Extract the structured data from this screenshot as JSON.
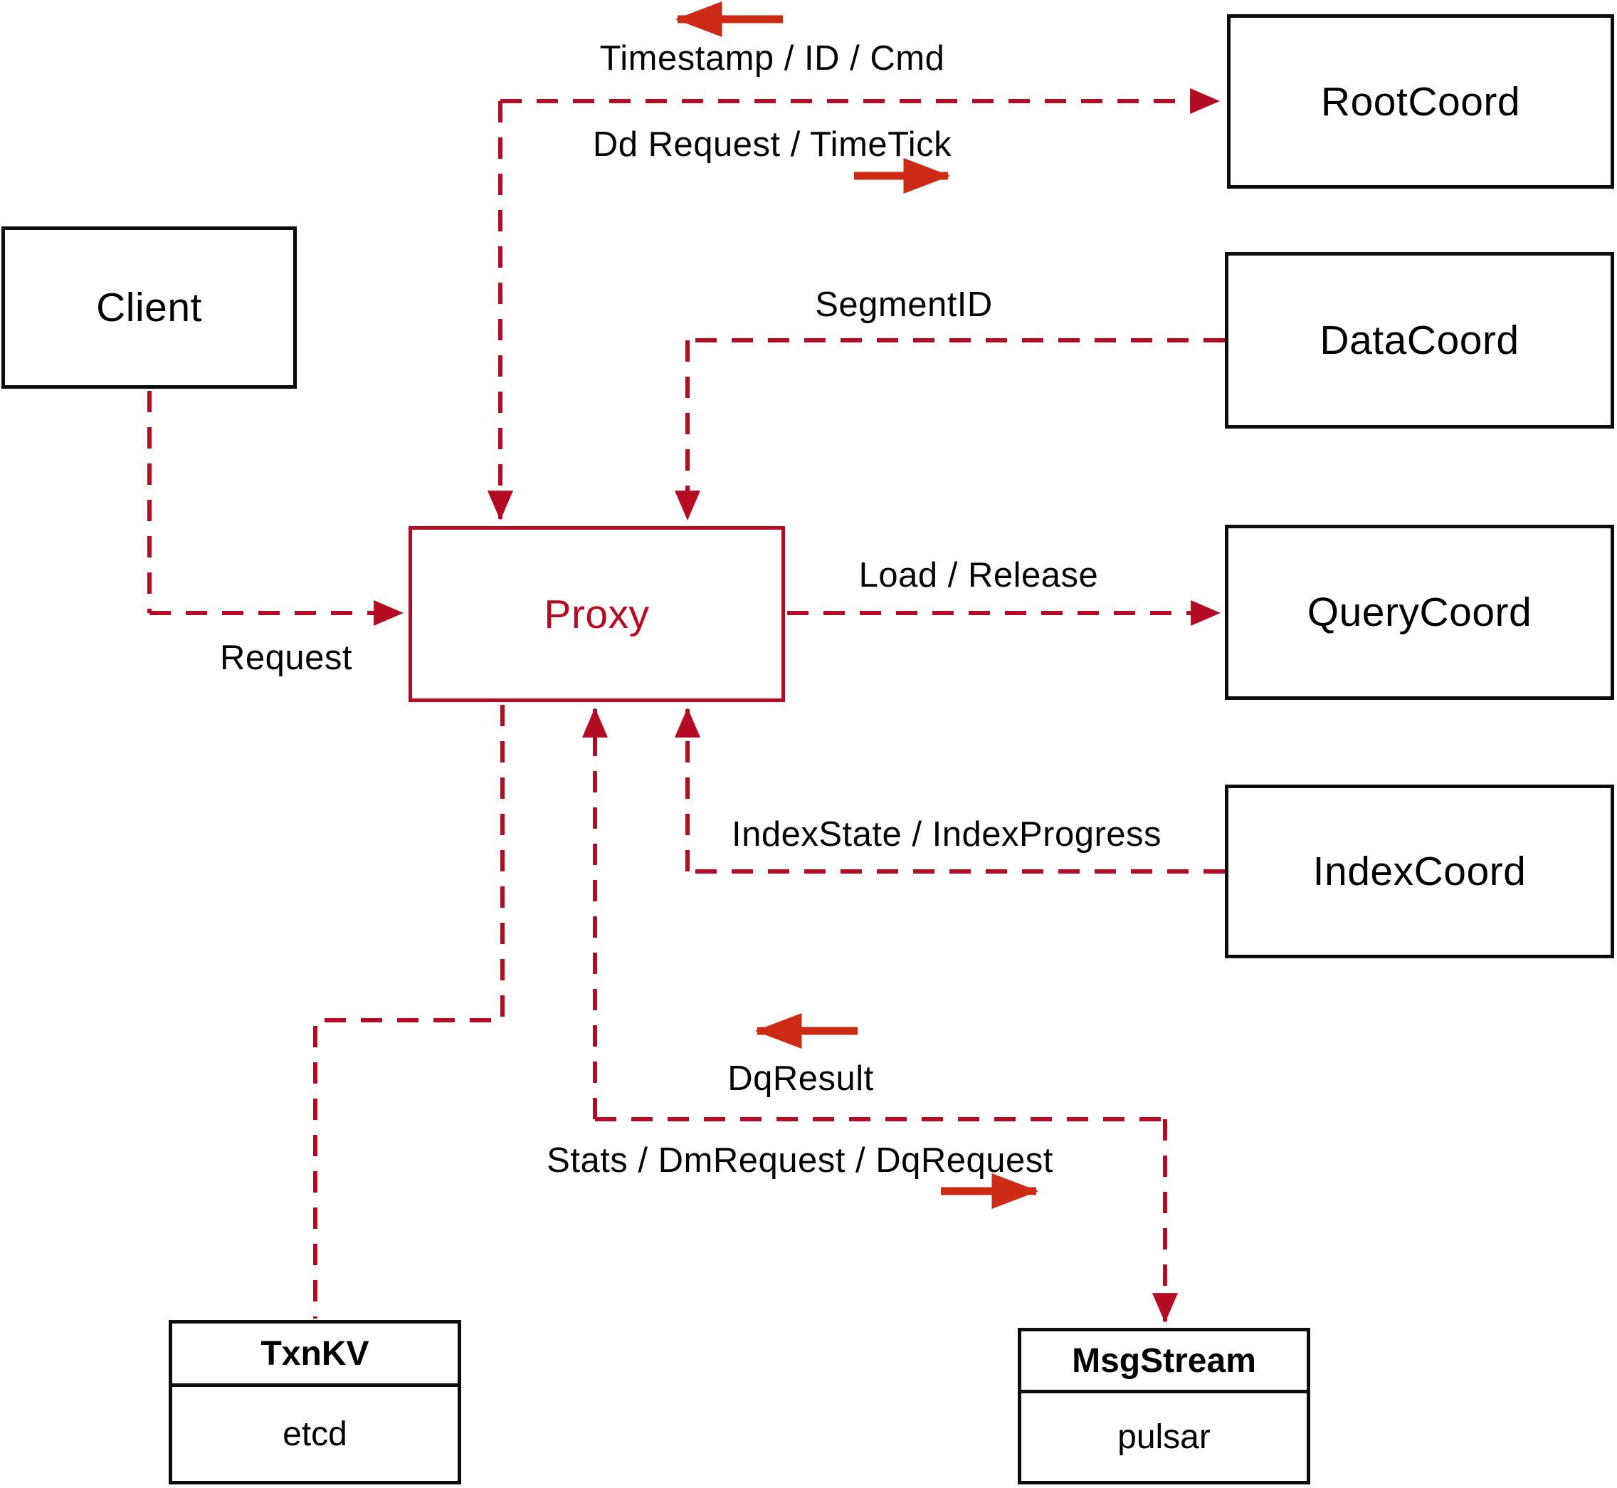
{
  "diagram": {
    "title": "Proxy architecture diagram",
    "nodes": {
      "client": {
        "label": "Client"
      },
      "proxy": {
        "label": "Proxy"
      },
      "root_coord": {
        "label": "RootCoord"
      },
      "data_coord": {
        "label": "DataCoord"
      },
      "query_coord": {
        "label": "QueryCoord"
      },
      "index_coord": {
        "label": "IndexCoord"
      },
      "txn_kv": {
        "header": "TxnKV",
        "value": "etcd"
      },
      "msg_stream": {
        "header": "MsgStream",
        "value": "pulsar"
      }
    },
    "edge_labels": {
      "timestamp_id_cmd": "Timestamp / ID / Cmd",
      "dd_request_timetick": "Dd Request / TimeTick",
      "segment_id": "SegmentID",
      "load_release": "Load / Release",
      "request": "Request",
      "index_state_progress": "IndexState / IndexProgress",
      "dq_result": "DqResult",
      "stats_dm_dq": "Stats / DmRequest / DqRequest"
    },
    "colors": {
      "dashed_line_red": "#b30c23",
      "solid_arrow_red": "#cd2a16",
      "box_border_black": "#0d0d0d",
      "background": "#ffffff"
    }
  }
}
